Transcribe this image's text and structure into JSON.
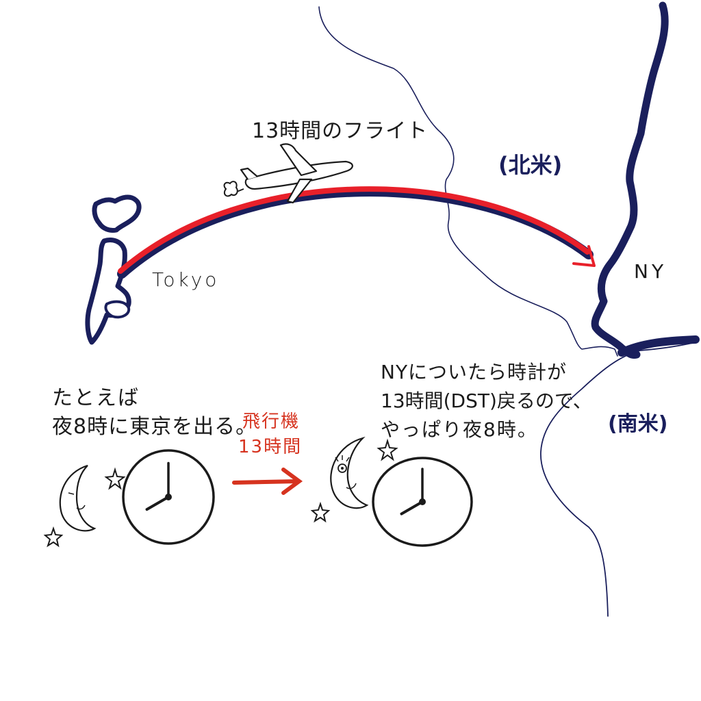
{
  "map": {
    "flight_caption": "13時間のフライト",
    "origin_label": "Tokyo",
    "destination_label": "NY",
    "region_north": "(北米)",
    "region_south": "(南米)"
  },
  "explanation": {
    "departure_lines": [
      "たとえば",
      "夜8時に東京を出る。"
    ],
    "transit_lines": [
      "飛行機",
      "13時間"
    ],
    "arrival_lines": [
      "NYについたら時計が",
      "13時間(DST)戻るので、",
      "やっぱり夜8時。"
    ]
  },
  "clocks": [
    {
      "hour": 8,
      "minute": 0
    },
    {
      "hour": 8,
      "minute": 0
    }
  ],
  "colors": {
    "ink": "#1b1b1b",
    "map_line": "#1a1f5c",
    "route": "#e8202a",
    "route_shadow": "#1a1f5c",
    "annotation": "#d6331f"
  }
}
